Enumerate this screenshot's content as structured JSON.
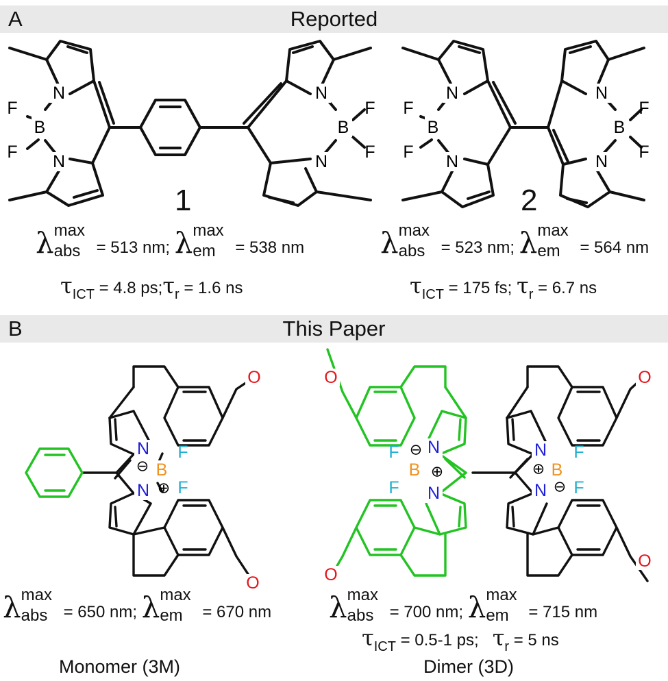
{
  "panel_a": {
    "letter": "A",
    "title": "Reported",
    "compound_1": {
      "number": "1",
      "lambda_abs": "= 513 nm;",
      "lambda_em": "= 538 nm",
      "tau_ict": "= 4.8 ps;",
      "tau_r": "= 1.6 ns"
    },
    "compound_2": {
      "number": "2",
      "lambda_abs": "= 523 nm;",
      "lambda_em": "= 564 nm",
      "tau_ict": "= 175 fs;",
      "tau_r": "= 6.7 ns"
    }
  },
  "panel_b": {
    "letter": "B",
    "title": "This Paper",
    "monomer": {
      "lambda_abs": "= 650 nm;",
      "lambda_em": "= 670 nm",
      "caption": "Monomer (3M)"
    },
    "dimer": {
      "lambda_abs": "= 700 nm;",
      "lambda_em": "= 715 nm",
      "tau_ict": "= 0.5-1 ps;",
      "tau_r": "= 5 ns",
      "caption": "Dimer (3D)"
    }
  },
  "labels": {
    "lambda": "λ",
    "max": "max",
    "abs": "abs",
    "em": "em",
    "tau": "τ",
    "ict": "ICT",
    "r": "r"
  },
  "atoms": {
    "N": "N",
    "B": "B",
    "F": "F",
    "O": "O",
    "minus": "⊖",
    "plus": "⊕"
  },
  "colors": {
    "band": "#e9e9e9",
    "bond": "#111111",
    "highlight": "#22c322",
    "nitrogen": "#1f1fd9",
    "boron": "#f0921e",
    "fluorine": "#1fb0d0",
    "oxygen": "#e3161b"
  }
}
